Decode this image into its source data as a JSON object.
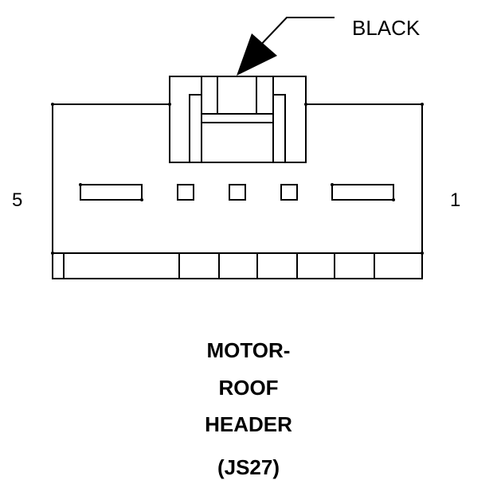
{
  "callout": {
    "label": "BLACK"
  },
  "pins": {
    "left": "5",
    "right": "1"
  },
  "title": {
    "line1": "MOTOR-",
    "line2": "ROOF",
    "line3": "HEADER",
    "line4": "(JS27)"
  },
  "colors": {
    "line": "#000000",
    "background": "#ffffff"
  }
}
